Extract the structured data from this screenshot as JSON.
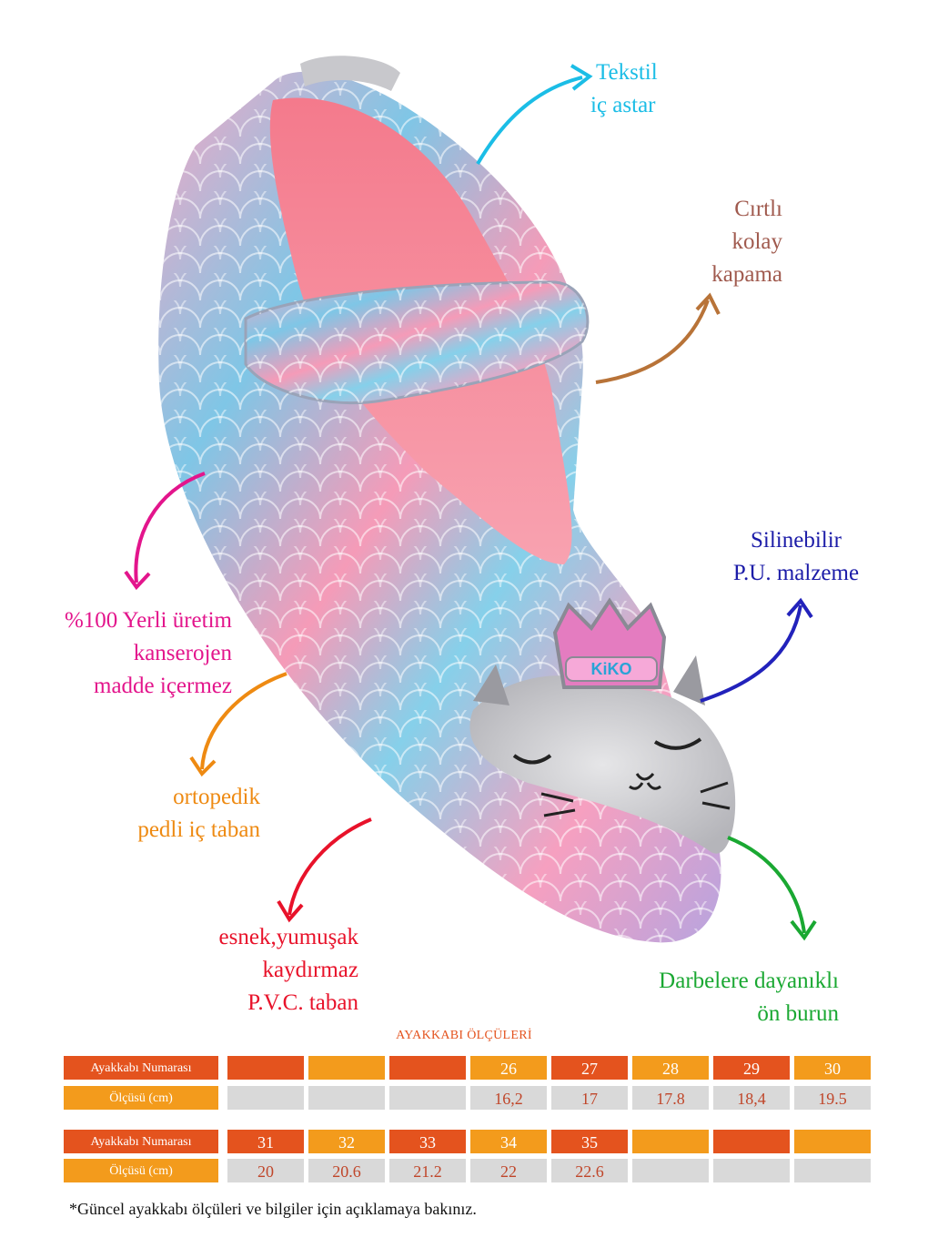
{
  "callouts": {
    "tekstil": [
      "Tekstil",
      "iç astar"
    ],
    "cirtli": [
      "Cırtlı",
      "kolay",
      "kapama"
    ],
    "silinebilir": [
      "Silinebilir",
      "P.U. malzeme"
    ],
    "yerli": [
      "%100 Yerli üretim",
      "kanserojen",
      "madde içermez"
    ],
    "ortopedik": [
      "ortopedik",
      "pedli iç taban"
    ],
    "esnek": [
      "esnek,yumuşak",
      "kaydırmaz",
      "P.V.C. taban"
    ],
    "darbe": [
      "Darbelere dayanıklı",
      "ön burun"
    ]
  },
  "badge_text": "KiKO",
  "size_table": {
    "title": "AYAKKABI ÖLÇÜLERİ",
    "row_label_size": "Ayakkabı Numarası",
    "row_label_measure": "Ölçüsü (cm)",
    "table1": {
      "sizes": [
        "",
        "",
        "",
        "26",
        "27",
        "28",
        "29",
        "30"
      ],
      "measures": [
        "",
        "",
        "",
        "16,2",
        "17",
        "17.8",
        "18,4",
        "19.5"
      ]
    },
    "table2": {
      "sizes": [
        "31",
        "32",
        "33",
        "34",
        "35",
        "",
        "",
        ""
      ],
      "measures": [
        "20",
        "20.6",
        "21.2",
        "22",
        "22.6",
        "",
        "",
        ""
      ]
    }
  },
  "footnote": "*Güncel ayakkabı ölçüleri ve bilgiler için açıklamaya bakınız.",
  "colors": {
    "cyan": "#1bbde6",
    "brown": "#a05a4e",
    "navy": "#1c1ca8",
    "magenta": "#e3158c",
    "orange": "#ee8a12",
    "red": "#e8122a",
    "green": "#1aa832",
    "table_dark_orange": "#e4531e",
    "table_light_orange": "#f39b1c",
    "table_grey": "#d9d9d9",
    "table_value_text": "#c0462a"
  }
}
